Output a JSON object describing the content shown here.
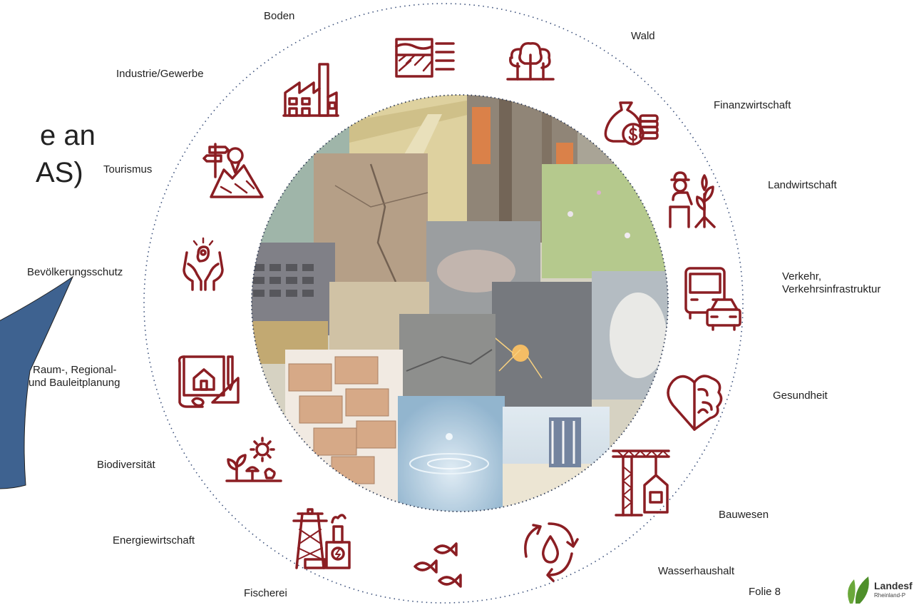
{
  "slide": {
    "title_line1": "e an",
    "title_line2": "AS)",
    "page_label": "Folie 8",
    "logo_text": "Landesf",
    "logo_sub": "Rheinland-P"
  },
  "colors": {
    "icon": "#8b1e23",
    "blue_shape": "#3e6290",
    "dotted": "#3a4f7a",
    "logo_green": "#6aa83a"
  },
  "sectors": [
    {
      "id": "boden",
      "label": "Boden",
      "icon": "soil-layers-icon"
    },
    {
      "id": "wald",
      "label": "Wald",
      "icon": "forest-icon"
    },
    {
      "id": "finanz",
      "label": "Finanzwirtschaft",
      "icon": "money-bag-icon"
    },
    {
      "id": "landwirtschaft",
      "label": "Landwirtschaft",
      "icon": "farmer-icon"
    },
    {
      "id": "verkehr",
      "label": "Verkehr,",
      "label2": "Verkehrsinfrastruktur",
      "icon": "bus-car-icon"
    },
    {
      "id": "gesundheit",
      "label": "Gesundheit",
      "icon": "heart-brain-icon"
    },
    {
      "id": "bauwesen",
      "label": "Bauwesen",
      "icon": "crane-house-icon"
    },
    {
      "id": "wasser",
      "label": "Wasserhaushalt",
      "icon": "water-cycle-icon"
    },
    {
      "id": "fischerei",
      "label": "Fischerei",
      "icon": "fish-icon"
    },
    {
      "id": "energie",
      "label": "Energiewirtschaft",
      "icon": "power-plant-icon"
    },
    {
      "id": "biodiv",
      "label": "Biodiversität",
      "icon": "plant-sun-icon"
    },
    {
      "id": "raum",
      "label": "Raum-, Regional-",
      "label2": "und Bauleitplanung",
      "icon": "blueprint-house-icon"
    },
    {
      "id": "bevoelkerung",
      "label": "Bevölkerungsschutz",
      "icon": "hands-protect-icon"
    },
    {
      "id": "tourismus",
      "label": "Tourismus",
      "icon": "map-signpost-icon"
    },
    {
      "id": "industrie",
      "label": "Industrie/Gewerbe",
      "icon": "factory-icon"
    }
  ]
}
